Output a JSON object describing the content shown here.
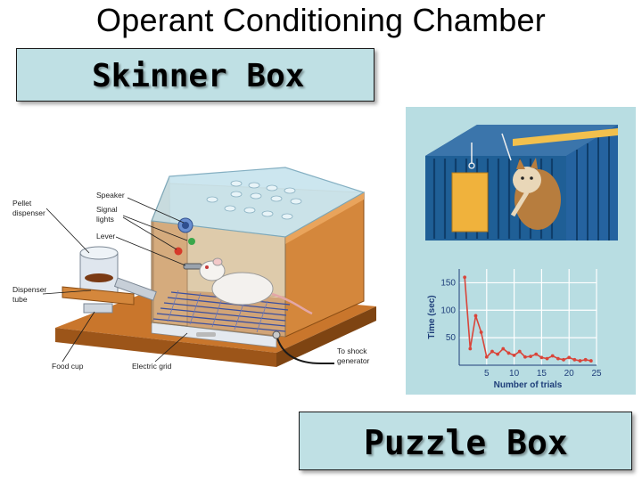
{
  "slide": {
    "title": "Operant Conditioning Chamber",
    "skinner_label": "Skinner Box",
    "puzzle_label": "Puzzle Box"
  },
  "skinner_diagram": {
    "labels": {
      "pellet_dispenser_1": "Pellet",
      "pellet_dispenser_2": "dispenser",
      "speaker": "Speaker",
      "signal_lights_1": "Signal",
      "signal_lights_2": "lights",
      "lever": "Lever",
      "dispenser_tube_1": "Dispenser",
      "dispenser_tube_2": "tube",
      "food_cup": "Food cup",
      "electric_grid": "Electric grid",
      "shock_1": "To shock",
      "shock_2": "generator"
    },
    "colors": {
      "wood": "#d4873c",
      "grid": "#3a4fa0",
      "glass": "#c8e4ee"
    }
  },
  "puzzle_box": {
    "colors": {
      "cage": "#1f5f96",
      "panel": "#b8dde2",
      "door": "#f0b23c"
    }
  },
  "chart_data": {
    "type": "line",
    "xlabel": "Number of trials",
    "ylabel": "Time (sec)",
    "x_ticks": [
      "5",
      "10",
      "15",
      "20",
      "25"
    ],
    "y_ticks": [
      "50",
      "100",
      "150"
    ],
    "xlim": [
      0,
      25
    ],
    "ylim": [
      0,
      175
    ],
    "grid": true,
    "line_color": "#d9453a",
    "series": [
      {
        "x": [
          1,
          2,
          3,
          4,
          5,
          6,
          7,
          8,
          9,
          10,
          11,
          12,
          13,
          14,
          15,
          16,
          17,
          18,
          19,
          20,
          21,
          22,
          23,
          24
        ],
        "values": [
          160,
          30,
          90,
          60,
          15,
          25,
          20,
          30,
          22,
          18,
          25,
          15,
          16,
          20,
          14,
          12,
          17,
          12,
          10,
          14,
          10,
          8,
          10,
          8
        ]
      }
    ]
  }
}
